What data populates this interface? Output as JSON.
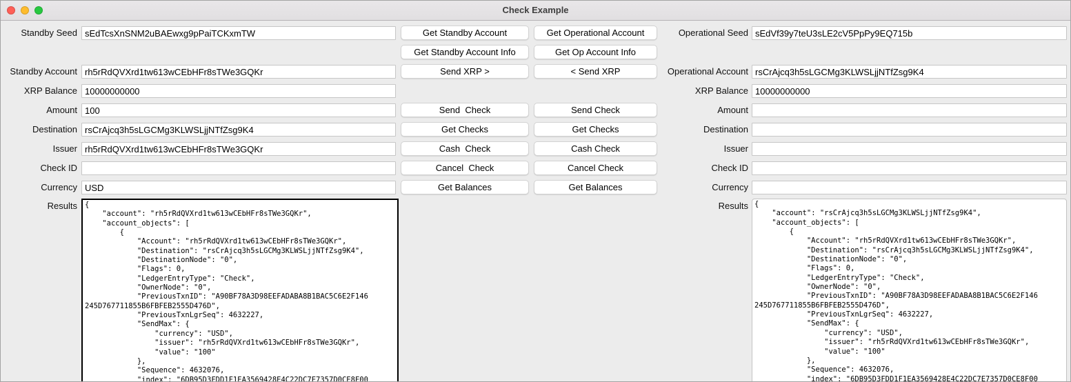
{
  "window": {
    "title": "Check Example",
    "traffic_light_colors": {
      "close": "#ff5f57",
      "minimize": "#febc2e",
      "zoom": "#28c840"
    }
  },
  "standby": {
    "seed_label": "Standby Seed",
    "seed": "sEdTcsXnSNM2uBAEwxg9pPaiTCKxmTW",
    "account_label": "Standby Account",
    "account": "rh5rRdQVXrd1tw613wCEbHFr8sTWe3GQKr",
    "balance_label": "XRP Balance",
    "balance": "10000000000",
    "amount_label": "Amount",
    "amount": "100",
    "destination_label": "Destination",
    "destination": "rsCrAjcq3h5sLGCMg3KLWSLjjNTfZsg9K4",
    "issuer_label": "Issuer",
    "issuer": "rh5rRdQVXrd1tw613wCEbHFr8sTWe3GQKr",
    "check_id_label": "Check ID",
    "check_id": "",
    "currency_label": "Currency",
    "currency": "USD",
    "results_label": "Results",
    "results": "{\n    \"account\": \"rh5rRdQVXrd1tw613wCEbHFr8sTWe3GQKr\",\n    \"account_objects\": [\n        {\n            \"Account\": \"rh5rRdQVXrd1tw613wCEbHFr8sTWe3GQKr\",\n            \"Destination\": \"rsCrAjcq3h5sLGCMg3KLWSLjjNTfZsg9K4\",\n            \"DestinationNode\": \"0\",\n            \"Flags\": 0,\n            \"LedgerEntryType\": \"Check\",\n            \"OwnerNode\": \"0\",\n            \"PreviousTxnID\": \"A90BF78A3D98EEFADABA8B1BAC5C6E2F146\n245D767711855B6FBFEB2555D476D\",\n            \"PreviousTxnLgrSeq\": 4632227,\n            \"SendMax\": {\n                \"currency\": \"USD\",\n                \"issuer\": \"rh5rRdQVXrd1tw613wCEbHFr8sTWe3GQKr\",\n                \"value\": \"100\"\n            },\n            \"Sequence\": 4632076,\n            \"index\": \"6DB95D3FDD1F1EA3569428E4C22DC7E7357D0CE8F00"
  },
  "operational": {
    "seed_label": "Operational Seed",
    "seed": "sEdVf39y7teU3sLE2cV5PpPy9EQ715b",
    "account_label": "Operational Account",
    "account": "rsCrAjcq3h5sLGCMg3KLWSLjjNTfZsg9K4",
    "balance_label": "XRP Balance",
    "balance": "10000000000",
    "amount_label": "Amount",
    "amount": "",
    "destination_label": "Destination",
    "destination": "",
    "issuer_label": "Issuer",
    "issuer": "",
    "check_id_label": "Check ID",
    "check_id": "",
    "currency_label": "Currency",
    "currency": "",
    "results_label": "Results",
    "results": "{\n    \"account\": \"rsCrAjcq3h5sLGCMg3KLWSLjjNTfZsg9K4\",\n    \"account_objects\": [\n        {\n            \"Account\": \"rh5rRdQVXrd1tw613wCEbHFr8sTWe3GQKr\",\n            \"Destination\": \"rsCrAjcq3h5sLGCMg3KLWSLjjNTfZsg9K4\",\n            \"DestinationNode\": \"0\",\n            \"Flags\": 0,\n            \"LedgerEntryType\": \"Check\",\n            \"OwnerNode\": \"0\",\n            \"PreviousTxnID\": \"A90BF78A3D98EEFADABA8B1BAC5C6E2F146\n245D767711855B6FBFEB2555D476D\",\n            \"PreviousTxnLgrSeq\": 4632227,\n            \"SendMax\": {\n                \"currency\": \"USD\",\n                \"issuer\": \"rh5rRdQVXrd1tw613wCEbHFr8sTWe3GQKr\",\n                \"value\": \"100\"\n            },\n            \"Sequence\": 4632076,\n            \"index\": \"6DB95D3FDD1F1EA3569428E4C22DC7E7357D0CE8F00"
  },
  "buttons": {
    "standby": [
      "Get Standby Account",
      "Get Standby Account Info",
      "Send XRP >",
      "Send  Check",
      "Get Checks",
      "Cash  Check",
      "Cancel  Check",
      "Get Balances"
    ],
    "operational": [
      "Get Operational Account",
      "Get Op Account Info",
      "< Send XRP",
      "Send Check",
      "Get Checks",
      "Cash Check",
      "Cancel Check",
      "Get Balances"
    ]
  }
}
